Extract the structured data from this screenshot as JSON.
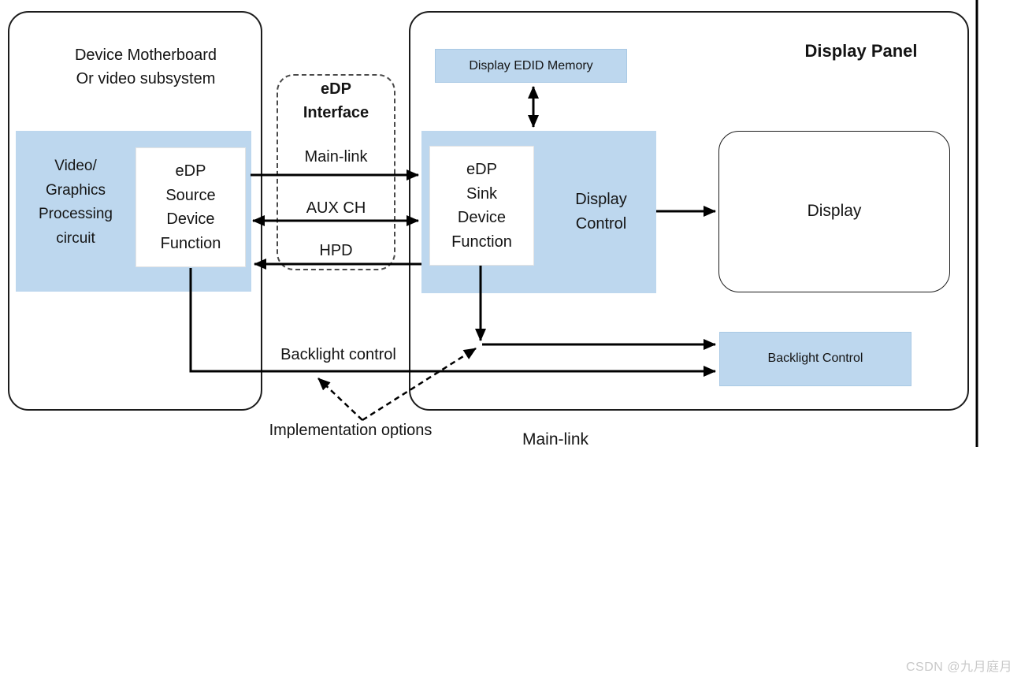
{
  "motherboard": {
    "title": "Device Motherboard\nOr video subsystem",
    "video_graphics": "Video/\nGraphics\nProcessing\ncircuit",
    "edp_source": "eDP\nSource\nDevice\nFunction"
  },
  "interface": {
    "title": "eDP\nInterface",
    "main_link": "Main-link",
    "aux_ch": "AUX CH",
    "hpd": "HPD"
  },
  "panel": {
    "title": "Display Panel",
    "edid_memory": "Display EDID Memory",
    "edp_sink": "eDP\nSink\nDevice\nFunction",
    "display_control": "Display\nControl",
    "display": "Display",
    "backlight_control": "Backlight Control"
  },
  "annotations": {
    "backlight_control": "Backlight control",
    "implementation_options": "Implementation options",
    "main_link": "Main-link"
  },
  "watermark": "CSDN @九月庭月",
  "colors": {
    "block_fill": "#bdd7ee",
    "line": "#000000",
    "watermark_text": "#c9c9c9"
  }
}
